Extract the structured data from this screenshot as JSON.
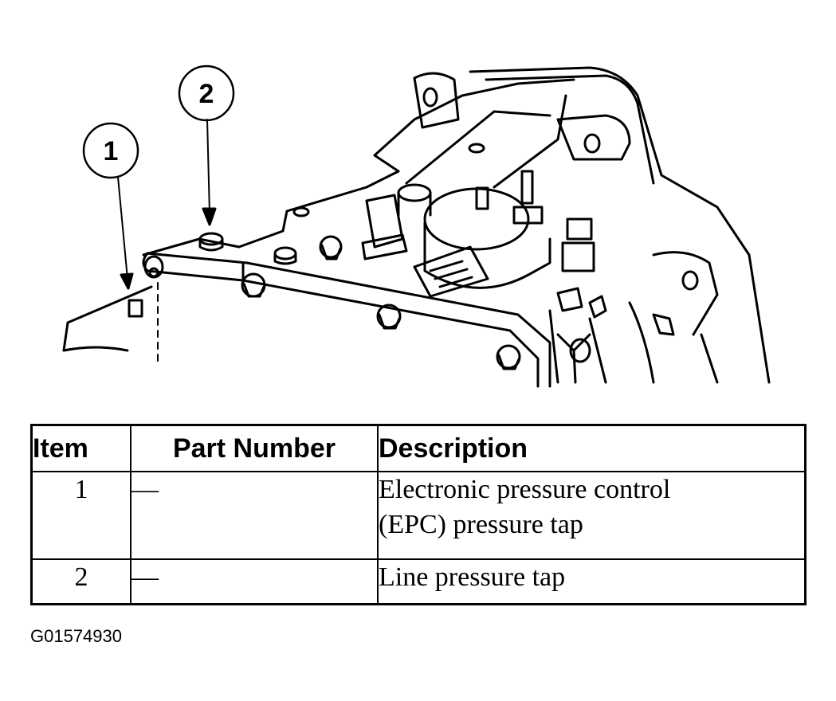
{
  "callouts": [
    {
      "number": "1"
    },
    {
      "number": "2"
    }
  ],
  "legend": {
    "headers": {
      "item": "Item",
      "part_number": "Part Number",
      "description": "Description"
    },
    "rows": [
      {
        "item": "1",
        "part_number": "—",
        "description_line1": "Electronic pressure control",
        "description_line2": "(EPC) pressure tap"
      },
      {
        "item": "2",
        "part_number": "—",
        "description_line1": "Line pressure tap"
      }
    ]
  },
  "figure_id": "G01574930"
}
